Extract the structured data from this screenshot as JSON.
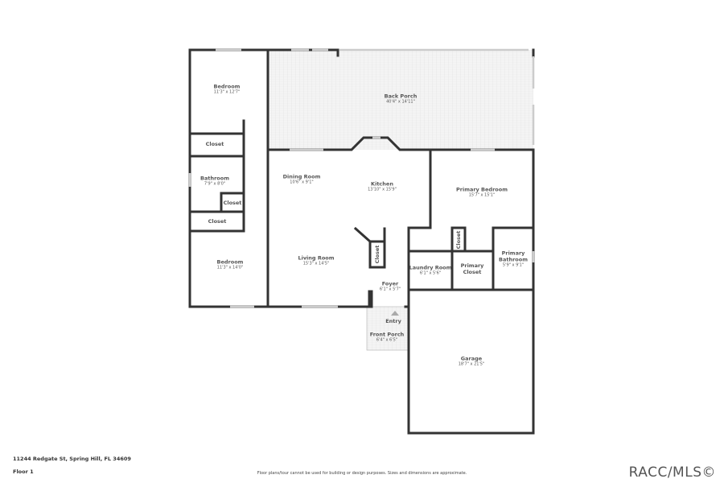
{
  "rooms": [
    {
      "name": "Bedroom",
      "dim": "11'3\" x 12'7\""
    },
    {
      "name": "Back Porch",
      "dim": "40'4\" x 14'11\""
    },
    {
      "name": "Closet",
      "dim": ""
    },
    {
      "name": "Bathroom",
      "dim": "7'9\" x 8'0\""
    },
    {
      "name": "Closet",
      "dim": ""
    },
    {
      "name": "Closet",
      "dim": ""
    },
    {
      "name": "Bedroom",
      "dim": "11'3\" x 14'0\""
    },
    {
      "name": "Dining Room",
      "dim": "10'6\" x 9'1\""
    },
    {
      "name": "Kitchen",
      "dim": "13'10\" x 15'9\""
    },
    {
      "name": "Primary Bedroom",
      "dim": "15'7\" x 15'1\""
    },
    {
      "name": "Living Room",
      "dim": "15'3\" x 14'5\""
    },
    {
      "name": "Closet",
      "dim": ""
    },
    {
      "name": "Closet",
      "dim": ""
    },
    {
      "name": "Laundry Room",
      "dim": "6'1\" x 5'6\""
    },
    {
      "name": "Primary Closet",
      "dim": ""
    },
    {
      "name": "Primary Bathroom",
      "dim": "5'9\" x 9'1\""
    },
    {
      "name": "Foyer",
      "dim": "6'1\" x 5'7\""
    },
    {
      "name": "Entry",
      "dim": ""
    },
    {
      "name": "Front Porch",
      "dim": "6'4\" x 6'5\""
    },
    {
      "name": "Garage",
      "dim": "18'7\" x 21'5\""
    }
  ],
  "footer": {
    "address": "11244 Redgate St, Spring Hill, FL 34609",
    "floor": "Floor 1",
    "disclaimer": "Floor plans/tour cannot be used for building or design purposes. Sizes and dimensions are approximate.",
    "logo": "RACC/MLS©"
  },
  "colors": {
    "wall": "#333333",
    "window": "#cccccc",
    "porch_fill": "#f2f2f2",
    "floor_fill": "#fafafa"
  }
}
